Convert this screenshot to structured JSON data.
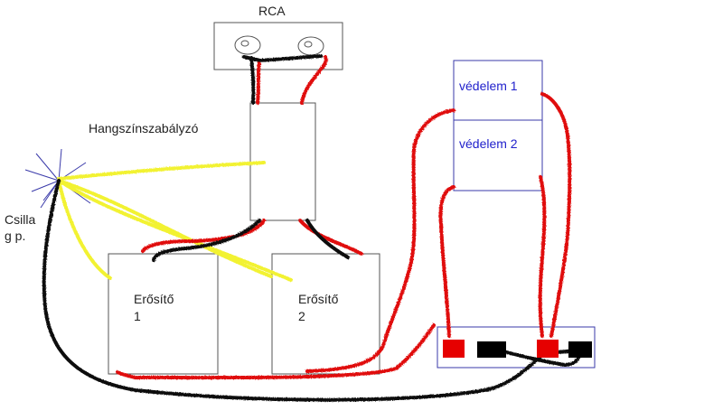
{
  "labels": {
    "rca": "RCA",
    "tone_control": "Hangszínszabályzó",
    "protection_1": "védelem 1",
    "protection_2": "védelem 2",
    "amp1_name": "Erősítő",
    "amp1_number": "1",
    "amp2_name": "Erősítő",
    "amp2_number": "2",
    "csilla_line1": "Csilla",
    "csilla_line2": "g p."
  },
  "colors": {
    "wire_red": "#e01010",
    "wire_black": "#111111",
    "wire_yellow": "#f2f230",
    "terminal_red": "#e60000",
    "terminal_black": "#000000",
    "outline": "#555555",
    "protection_outline": "#3a3aaa",
    "label_blue": "#2222cc",
    "star": "#3a3aaa"
  },
  "icons": [
    "rca-jack-icon",
    "ground-star-icon",
    "terminal-icon"
  ]
}
